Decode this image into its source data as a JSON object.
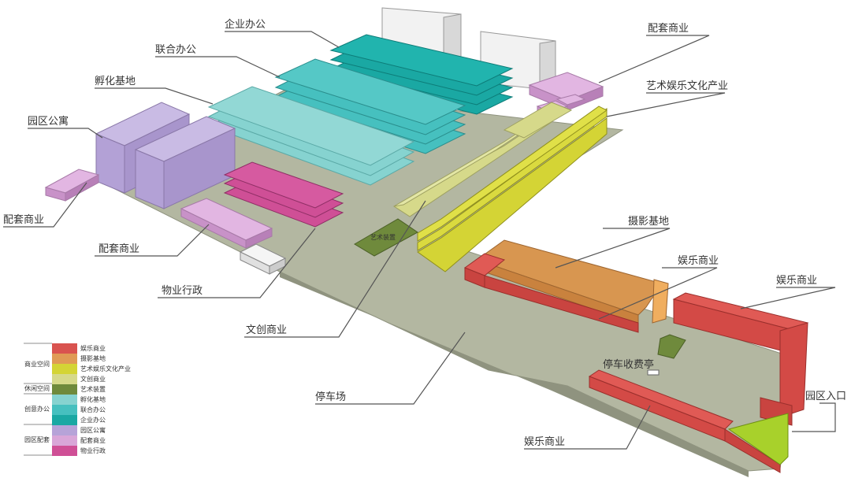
{
  "labels": {
    "enterprise_office": "企业办公",
    "joint_office": "联合办公",
    "incubation_base": "孵化基地",
    "park_apartment": "园区公寓",
    "support_commerce_left": "配套商业",
    "support_commerce_mid": "配套商业",
    "support_commerce_top": "配套商业",
    "property_admin": "物业行政",
    "cultural_commerce": "文创商业",
    "parking_lot": "停车场",
    "art_entertainment": "艺术娱乐文化产业",
    "photography_base": "摄影基地",
    "entertainment_commerce_mid": "娱乐商业",
    "entertainment_commerce_right": "娱乐商业",
    "entertainment_commerce_bottom": "娱乐商业",
    "parking_booth": "停车收费亭",
    "park_entrance": "园区入口",
    "art_installation": "艺术装置"
  },
  "legend": {
    "groups": [
      "商业空间",
      "休闲空间",
      "创意办公",
      "园区配套"
    ],
    "items": [
      {
        "label": "娱乐商业",
        "color": "#d9534f"
      },
      {
        "label": "摄影基地",
        "color": "#e09a55"
      },
      {
        "label": "艺术娱乐文化产业",
        "color": "#d4d435"
      },
      {
        "label": "文创商业",
        "color": "#d6d98a"
      },
      {
        "label": "艺术装置",
        "color": "#6f8a3c"
      },
      {
        "label": "孵化基地",
        "color": "#86d3d0"
      },
      {
        "label": "联合办公",
        "color": "#46c0bf"
      },
      {
        "label": "企业办公",
        "color": "#1aa8a3"
      },
      {
        "label": "园区公寓",
        "color": "#b6a3d8"
      },
      {
        "label": "配套商业",
        "color": "#d9a6d8"
      },
      {
        "label": "物业行政",
        "color": "#cf4f96"
      }
    ]
  },
  "colors": {
    "ground": "#b3b7a1",
    "enterprise_office": "#1aa8a3",
    "joint_office": "#46c0bf",
    "incubation": "#86d3d0",
    "apartment": "#b6a3d8",
    "support_commerce": "#d9a6d8",
    "property_admin": "#cf4f96",
    "cultural_commerce": "#d6d98a",
    "art_industry": "#d4d435",
    "photography": "#e09a55",
    "entertainment": "#d9534f",
    "art_installation": "#6f8a3c",
    "entrance_green": "#a8d12b"
  }
}
